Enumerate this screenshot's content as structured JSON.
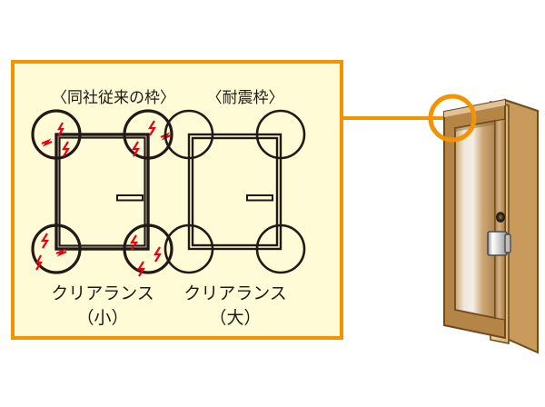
{
  "figure": {
    "title_hidden": "",
    "panel": {
      "border_color": "#F29400",
      "fill_color": "#FFFBD6",
      "border_width": 4
    },
    "connector": {
      "color": "#F29400",
      "width": 4,
      "circle_marker_color": "#F29400"
    },
    "diagram_line_color": "#231815",
    "bolt_color": "#E60012"
  },
  "diagrams": [
    {
      "id": "conventional-frame",
      "header": "〈同社従来の枠〉",
      "caption_line1": "クリアランス",
      "caption_line2": "（小）",
      "has_bolts": true,
      "frame_style": "thick",
      "clearance": "small",
      "bolt_count": 10,
      "corner_circle_count": 4
    },
    {
      "id": "seismic-frame",
      "header": "〈耐震枠〉",
      "caption_line1": "クリアランス",
      "caption_line2": "（大）",
      "has_bolts": false,
      "frame_style": "thin",
      "clearance": "large",
      "bolt_count": 0,
      "corner_circle_count": 4
    }
  ],
  "door_illustration": {
    "name": "door-ajar-illustration",
    "frame_color_outer": "#A5763C",
    "frame_color_light": "#C9A26B",
    "panel_gradient_from": "#F2EAE0",
    "panel_gradient_to": "#BE9258",
    "inner_jamb_color": "#E8C692",
    "outline_color": "#6E4A1F",
    "handle_color": "#D9D9D9",
    "handle_outline": "#4D4D4D",
    "lock_color": "#4B3621",
    "highlight_circle_color": "#F29400"
  }
}
